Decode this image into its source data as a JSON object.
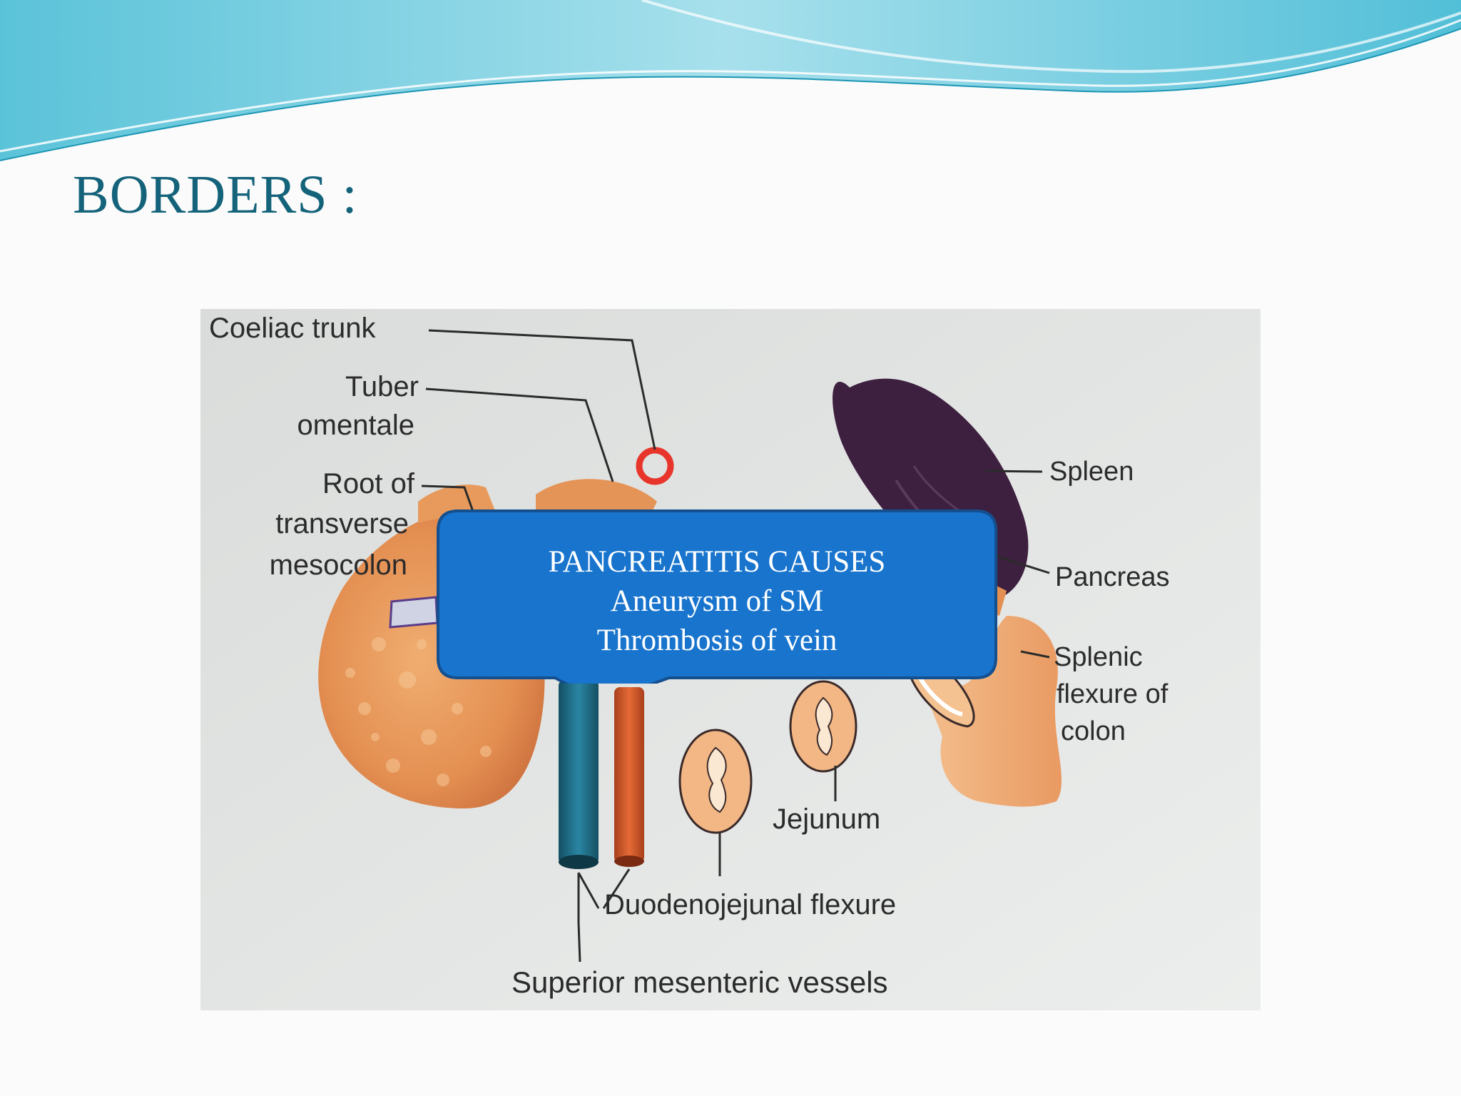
{
  "slide": {
    "title": "BORDERS :",
    "accent_color": "#14637a"
  },
  "diagram": {
    "labels": {
      "coeliac_trunk": "Coeliac trunk",
      "tuber_omentale_1": "Tuber",
      "tuber_omentale_2": "omentale",
      "root_mesocolon_1": "Root of",
      "root_mesocolon_2": "transverse",
      "root_mesocolon_3": "mesocolon",
      "spleen": "Spleen",
      "pancreas": "Pancreas",
      "splenic_flexure_1": "Splenic",
      "splenic_flexure_2": "flexure of",
      "splenic_flexure_3": "colon",
      "jejunum": "Jejunum",
      "duodenojejunal_flexure": "Duodenojejunal flexure",
      "superior_mesenteric_vessels": "Superior mesenteric vessels"
    },
    "colors": {
      "pancreas": "#e89a5c",
      "spleen": "#3d1f3f",
      "sm_vein": "#1f6f8a",
      "sm_artery": "#d9572a",
      "coeliac_marker": "#e8352b"
    }
  },
  "callout": {
    "lines": [
      "PANCREATITIS CAUSES",
      "Aneurysm of SM",
      "Thrombosis of vein"
    ],
    "fill_color": "#1874cd",
    "border_color": "#14508f"
  }
}
